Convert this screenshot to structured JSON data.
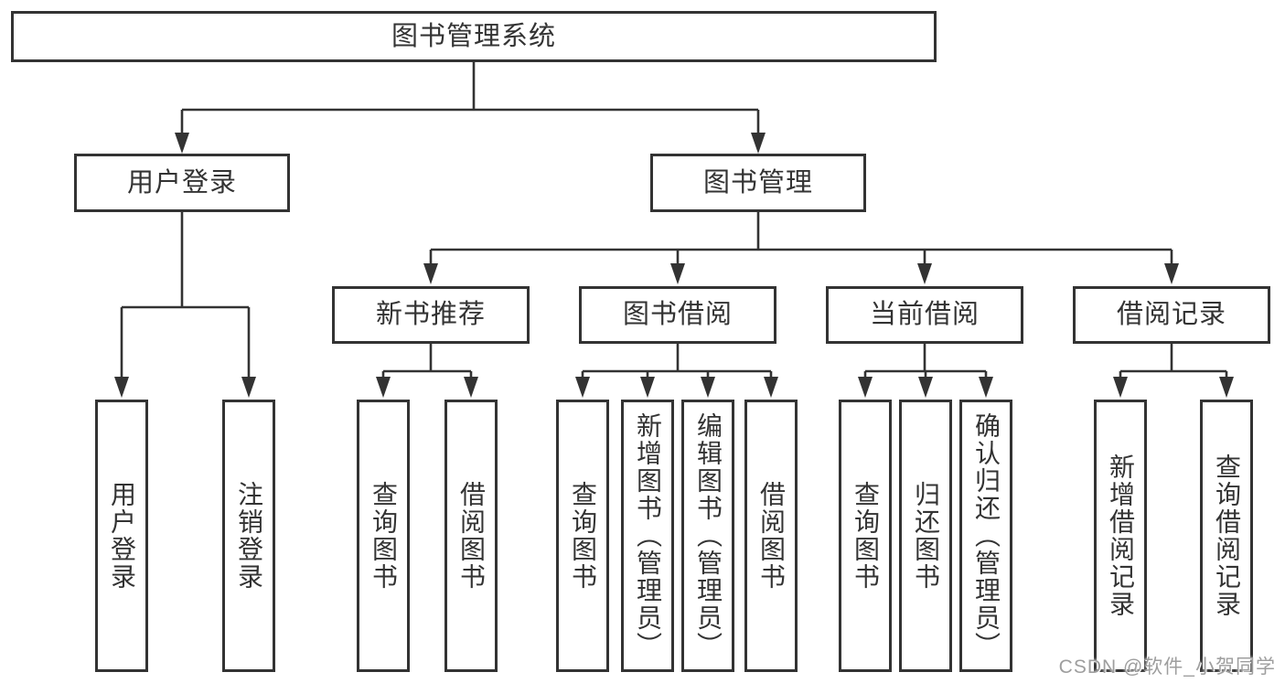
{
  "diagram": {
    "type": "tree",
    "orientation": "top-down"
  },
  "tree": {
    "root": {
      "label": "图书管理系统",
      "children": [
        {
          "label": "用户登录",
          "children": [
            {
              "label": "用户登录"
            },
            {
              "label": "注销登录"
            }
          ]
        },
        {
          "label": "图书管理",
          "children": [
            {
              "label": "新书推荐",
              "children": [
                {
                  "label": "查询图书"
                },
                {
                  "label": "借阅图书"
                }
              ]
            },
            {
              "label": "图书借阅",
              "children": [
                {
                  "label": "查询图书"
                },
                {
                  "label": "新增图书（管理员）"
                },
                {
                  "label": "编辑图书（管理员）"
                },
                {
                  "label": "借阅图书"
                }
              ]
            },
            {
              "label": "当前借阅",
              "children": [
                {
                  "label": "查询图书"
                },
                {
                  "label": "归还图书"
                },
                {
                  "label": "确认归还（管理员）"
                }
              ]
            },
            {
              "label": "借阅记录",
              "children": [
                {
                  "label": "新增借阅记录"
                },
                {
                  "label": "查询借阅记录"
                }
              ]
            }
          ]
        }
      ]
    }
  },
  "watermark": {
    "text": "CSDN @软件_小贺同学"
  },
  "colors": {
    "line": "#333333",
    "box_border": "#333333",
    "text": "#333333",
    "watermark": "#9e9e9e",
    "background": "#ffffff"
  }
}
